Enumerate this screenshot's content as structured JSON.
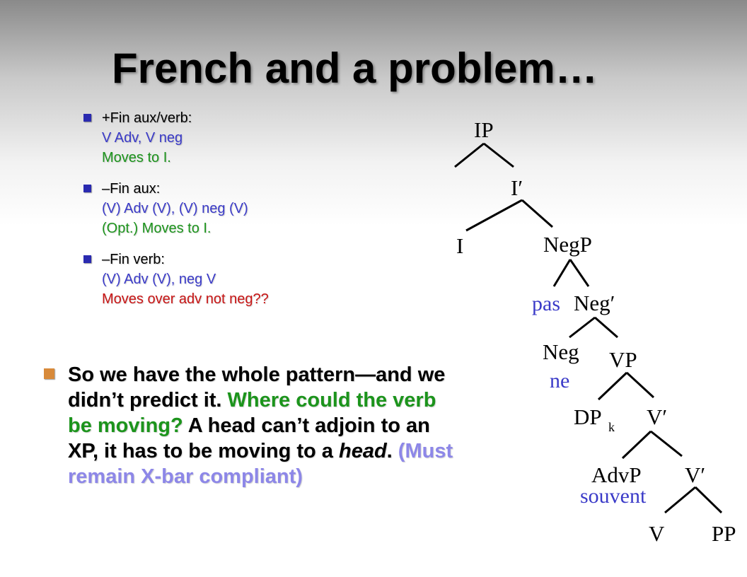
{
  "title": "French and a problem…",
  "sub_bullets": [
    {
      "lines": [
        {
          "text": "+Fin aux/verb:",
          "color": "black"
        },
        {
          "text": "V Adv, V neg",
          "color": "blue"
        },
        {
          "text": "Moves to I.",
          "color": "green"
        }
      ]
    },
    {
      "lines": [
        {
          "text": "–Fin aux:",
          "color": "black"
        },
        {
          "text": "(V) Adv (V), (V) neg (V)",
          "color": "blue"
        },
        {
          "text": "(Opt.) Moves to I.",
          "color": "green"
        }
      ]
    },
    {
      "lines": [
        {
          "text": "–Fin verb:",
          "color": "black"
        },
        {
          "text": "(V) Adv (V), neg V",
          "color": "blue"
        },
        {
          "text": "Moves over adv not neg??",
          "color": "red"
        }
      ]
    }
  ],
  "main_bullet": {
    "s1": "So we have the whole pattern—and we didn’t predict it. ",
    "s2": "Where could the verb be moving? ",
    "s3": "A head can’t adjoin to an XP, it has to be moving to a ",
    "s3_italic": "head",
    "s3_end": ". ",
    "s4": "(Must remain X-bar compliant)"
  },
  "tree": {
    "ip": "IP",
    "ibar": "I′",
    "i": "I",
    "negp": "NegP",
    "pas": "pas",
    "negbar": "Neg′",
    "neg": "Neg",
    "ne": "ne",
    "vp": "VP",
    "dp": "DP",
    "dp_sub": "k",
    "vbar1": "V′",
    "advp": "AdvP",
    "souvent": "souvent",
    "vbar2": "V′",
    "v": "V",
    "pp": "PP"
  },
  "colors": {
    "black": "#000000",
    "blue": "#3a3ac8",
    "green": "#1c941c",
    "red": "#c81414",
    "purple": "#8d87e8",
    "sub_bullet_marker": "#2a2ab0",
    "main_bullet_marker": "#d88a3a"
  }
}
